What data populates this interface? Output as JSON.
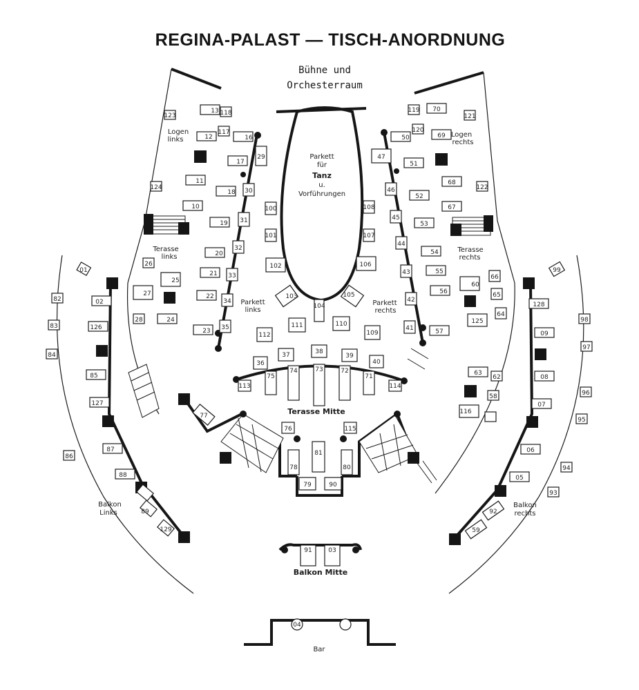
{
  "title": "REGINA-PALAST — TISCH-ANORDNUNG",
  "areas": {
    "stage_line1": "Bühne und",
    "stage_line2": "Orchesterraum",
    "parkett1": "Parkett",
    "parkett2": "für",
    "parkett3": "Tanz",
    "parkett4": "u.",
    "parkett5": "Vorführungen",
    "logen_links_1": "Logen",
    "logen_links_2": "links",
    "logen_rechts_1": "Logen",
    "logen_rechts_2": "rechts",
    "terasse_links_1": "Terasse",
    "terasse_links_2": "links",
    "terasse_rechts_1": "Terasse",
    "terasse_rechts_2": "rechts",
    "parkett_links_1": "Parkett",
    "parkett_links_2": "links",
    "parkett_rechts_1": "Parkett",
    "parkett_rechts_2": "rechts",
    "terasse_mitte": "Terasse Mitte",
    "balkon_links_1": "Balkon",
    "balkon_links_2": "Links",
    "balkon_rechts_1": "Balkon",
    "balkon_rechts_2": "rechts",
    "balkon_mitte": "Balkon Mitte",
    "bar": "Bar"
  },
  "tables": [
    "123",
    "13",
    "118",
    "117",
    "12",
    "11",
    "10",
    "124",
    "16",
    "17",
    "29",
    "18",
    "30",
    "19",
    "31",
    "20",
    "32",
    "21",
    "33",
    "22",
    "34",
    "23",
    "35",
    "26",
    "25",
    "27",
    "28",
    "24",
    "100",
    "101",
    "102",
    "103",
    "104",
    "105",
    "106",
    "107",
    "108",
    "111",
    "110",
    "112",
    "109",
    "36",
    "37",
    "38",
    "39",
    "40",
    "113",
    "75",
    "74",
    "73",
    "72",
    "71",
    "114",
    "119",
    "70",
    "120",
    "69",
    "121",
    "50",
    "47",
    "51",
    "46",
    "52",
    "45",
    "53",
    "44",
    "54",
    "43",
    "55",
    "42",
    "56",
    "41",
    "57",
    "68",
    "67",
    "122",
    "66",
    "65",
    "64",
    "60",
    "125",
    "01",
    "82",
    "02",
    "83",
    "126",
    "84",
    "85",
    "127",
    "86",
    "87",
    "88",
    "89",
    "129",
    "99",
    "128",
    "98",
    "09",
    "97",
    "08",
    "96",
    "07",
    "95",
    "06",
    "94",
    "05",
    "93",
    "92",
    "59",
    "63",
    "62",
    "58",
    "116",
    "77",
    "76",
    "115",
    "81",
    "78",
    "80",
    "79",
    "90",
    "91",
    "03",
    "04"
  ]
}
